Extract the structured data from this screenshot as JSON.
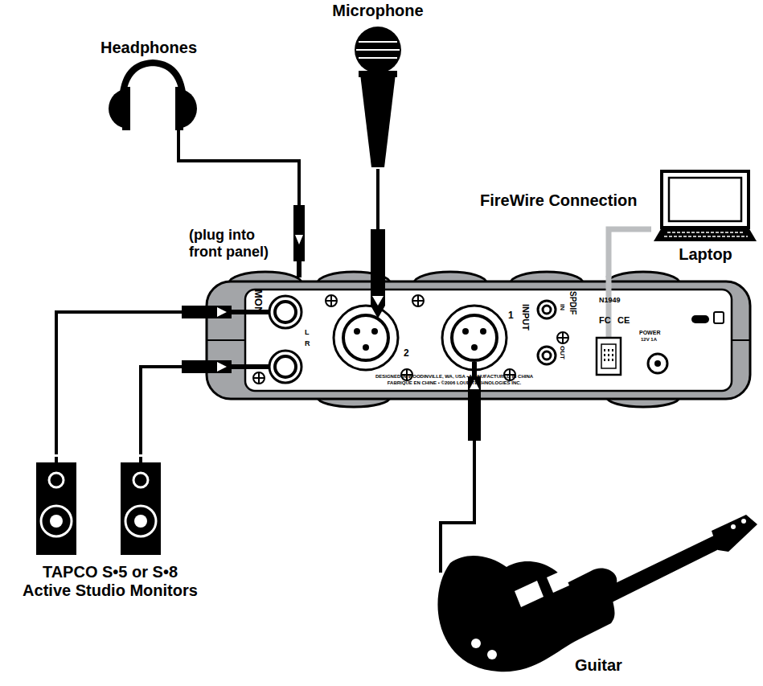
{
  "diagram": {
    "nodes": [
      {
        "text": [
          "Headphones"
        ]
      },
      {
        "text": [
          "Microphone"
        ]
      },
      {
        "text": [
          "Laptop"
        ]
      },
      {
        "text": [
          "MON",
          "L",
          "R",
          "2",
          "INPUT",
          "1",
          "SPDIF",
          "IN",
          "OUT",
          "N1949",
          "FC",
          "CE",
          "POWER",
          "12V 1A",
          "DESIGNED IN WOODINVILLE, WA, USA • MANUFACTURED IN CHINA",
          "FABRIQUE EN CHINE • ©2006 LOUD TECHNOLOGIES INC."
        ]
      },
      {
        "text": [
          "TAPCO S•5 or S•8 Active Studio Monitors"
        ]
      },
      {
        "text": [
          "Guitar"
        ]
      }
    ],
    "edges": [
      {
        "from": 0,
        "to": 3,
        "arrow": "none"
      },
      {
        "from": 1,
        "to": 3,
        "arrow": "none"
      },
      {
        "from": 2,
        "to": 3,
        "arrow": "none"
      },
      {
        "from": 3,
        "to": 4,
        "arrow": "none"
      },
      {
        "from": 3,
        "to": 4,
        "arrow": "none"
      },
      {
        "from": 3,
        "to": 5,
        "arrow": "none"
      }
    ],
    "labels": [
      "FireWire Connection",
      "(plug into front panel)"
    ]
  }
}
